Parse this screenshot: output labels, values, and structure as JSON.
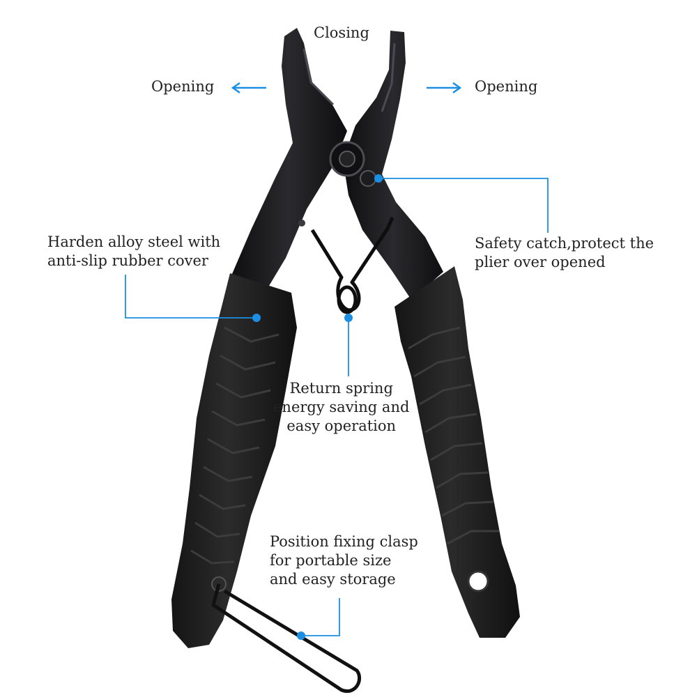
{
  "labels": {
    "closing": "Closing",
    "opening_left": "Opening",
    "opening_right": "Opening",
    "harden": {
      "line1": "Harden alloy steel with",
      "line2": "anti-slip rubber cover"
    },
    "safety": {
      "line1": "Safety catch,protect the",
      "line2": "plier over opened"
    },
    "spring": {
      "line1": "Return spring",
      "line2": "energy saving and",
      "line3": "easy operation"
    },
    "clasp": {
      "line1": "Position fixing clasp",
      "line2": "for portable size",
      "line3": "and easy storage"
    }
  },
  "colors": {
    "callout": "#1a8fe3",
    "text": "#222222",
    "tool": "#1b1b1b"
  },
  "icons": {
    "arrow_left": "arrow-left-icon",
    "arrow_right": "arrow-right-icon"
  }
}
